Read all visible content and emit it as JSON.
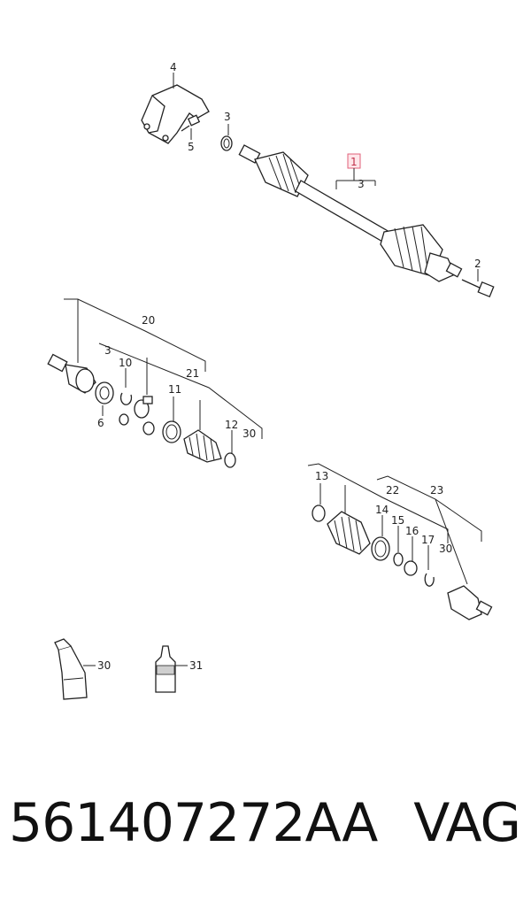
{
  "labels": {
    "l1": "1",
    "l2": "2",
    "l3a": "3",
    "l3b": "3",
    "l3c": "3",
    "l4": "4",
    "l5": "5",
    "l6": "6",
    "l10": "10",
    "l11": "11",
    "l12": "12",
    "l13": "13",
    "l14": "14",
    "l15": "15",
    "l16": "16",
    "l17": "17",
    "l20": "20",
    "l21": "21",
    "l22": "22",
    "l23": "23",
    "l30a": "30",
    "l30b": "30",
    "l30c": "30",
    "l31": "31"
  },
  "footer": {
    "part_number": "561407272AA",
    "brand": "VAG"
  },
  "colors": {
    "highlight": "#e0607a"
  }
}
